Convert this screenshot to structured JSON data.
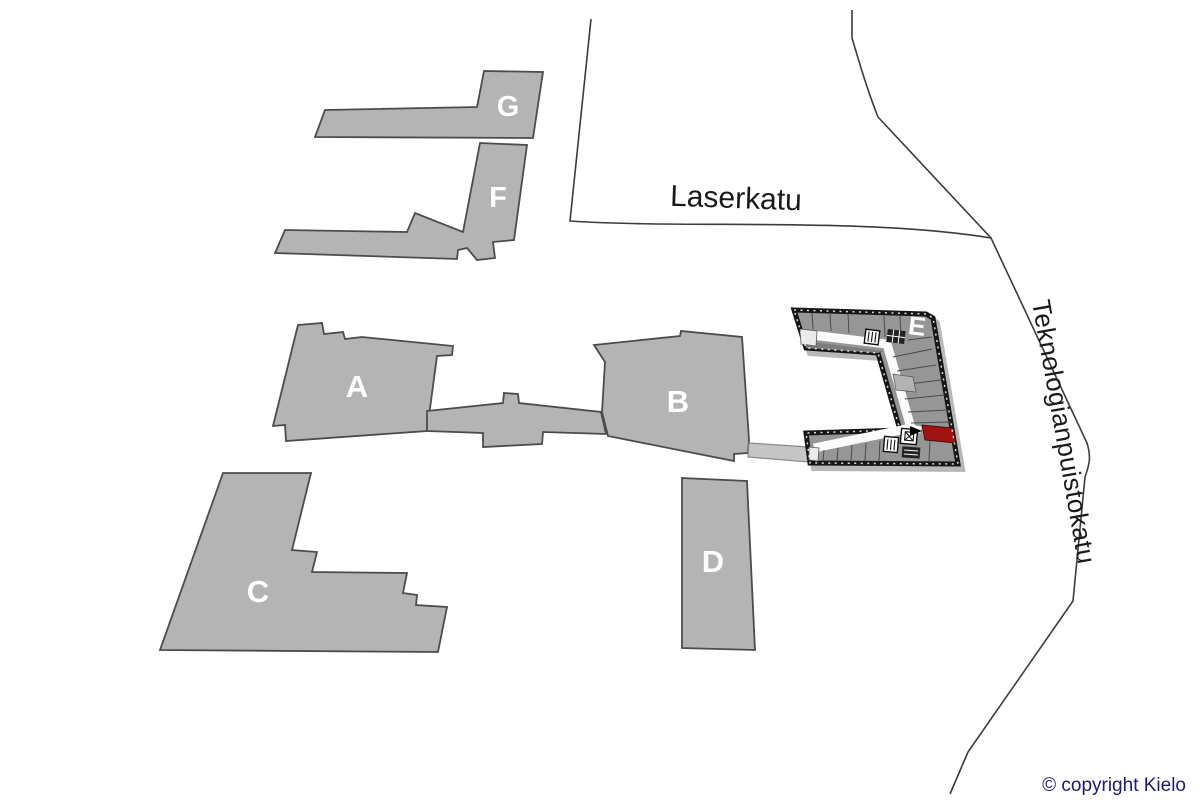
{
  "map": {
    "buildings": [
      {
        "label": "A"
      },
      {
        "label": "B"
      },
      {
        "label": "C"
      },
      {
        "label": "D"
      },
      {
        "label": "E"
      },
      {
        "label": "F"
      },
      {
        "label": "G"
      }
    ],
    "streets": [
      {
        "name": "Laserkatu"
      },
      {
        "name": "Teknologianpuistokatu"
      }
    ],
    "floorplan": {
      "building": "E",
      "icons": [
        {
          "name": "stairs-icon",
          "glyph": "vertical-bars"
        },
        {
          "name": "elevator-icon",
          "glyph": "crossed-square"
        },
        {
          "name": "entrance-arrow-icon",
          "glyph": "right-triangle"
        }
      ]
    },
    "copyright": "© copyright Kielo",
    "colors": {
      "building_fill": "#b4b4b4",
      "building_stroke": "#4c4c4c",
      "road_stroke": "#3c3c3c",
      "floorplan_wall": "#161616",
      "floorplan_room": "#969696",
      "floorplan_room_dark": "#7d7d7d",
      "floorplan_corridor": "#fbfbfb",
      "highlight_room": "#a11212",
      "copyright_text": "#201a70"
    }
  }
}
